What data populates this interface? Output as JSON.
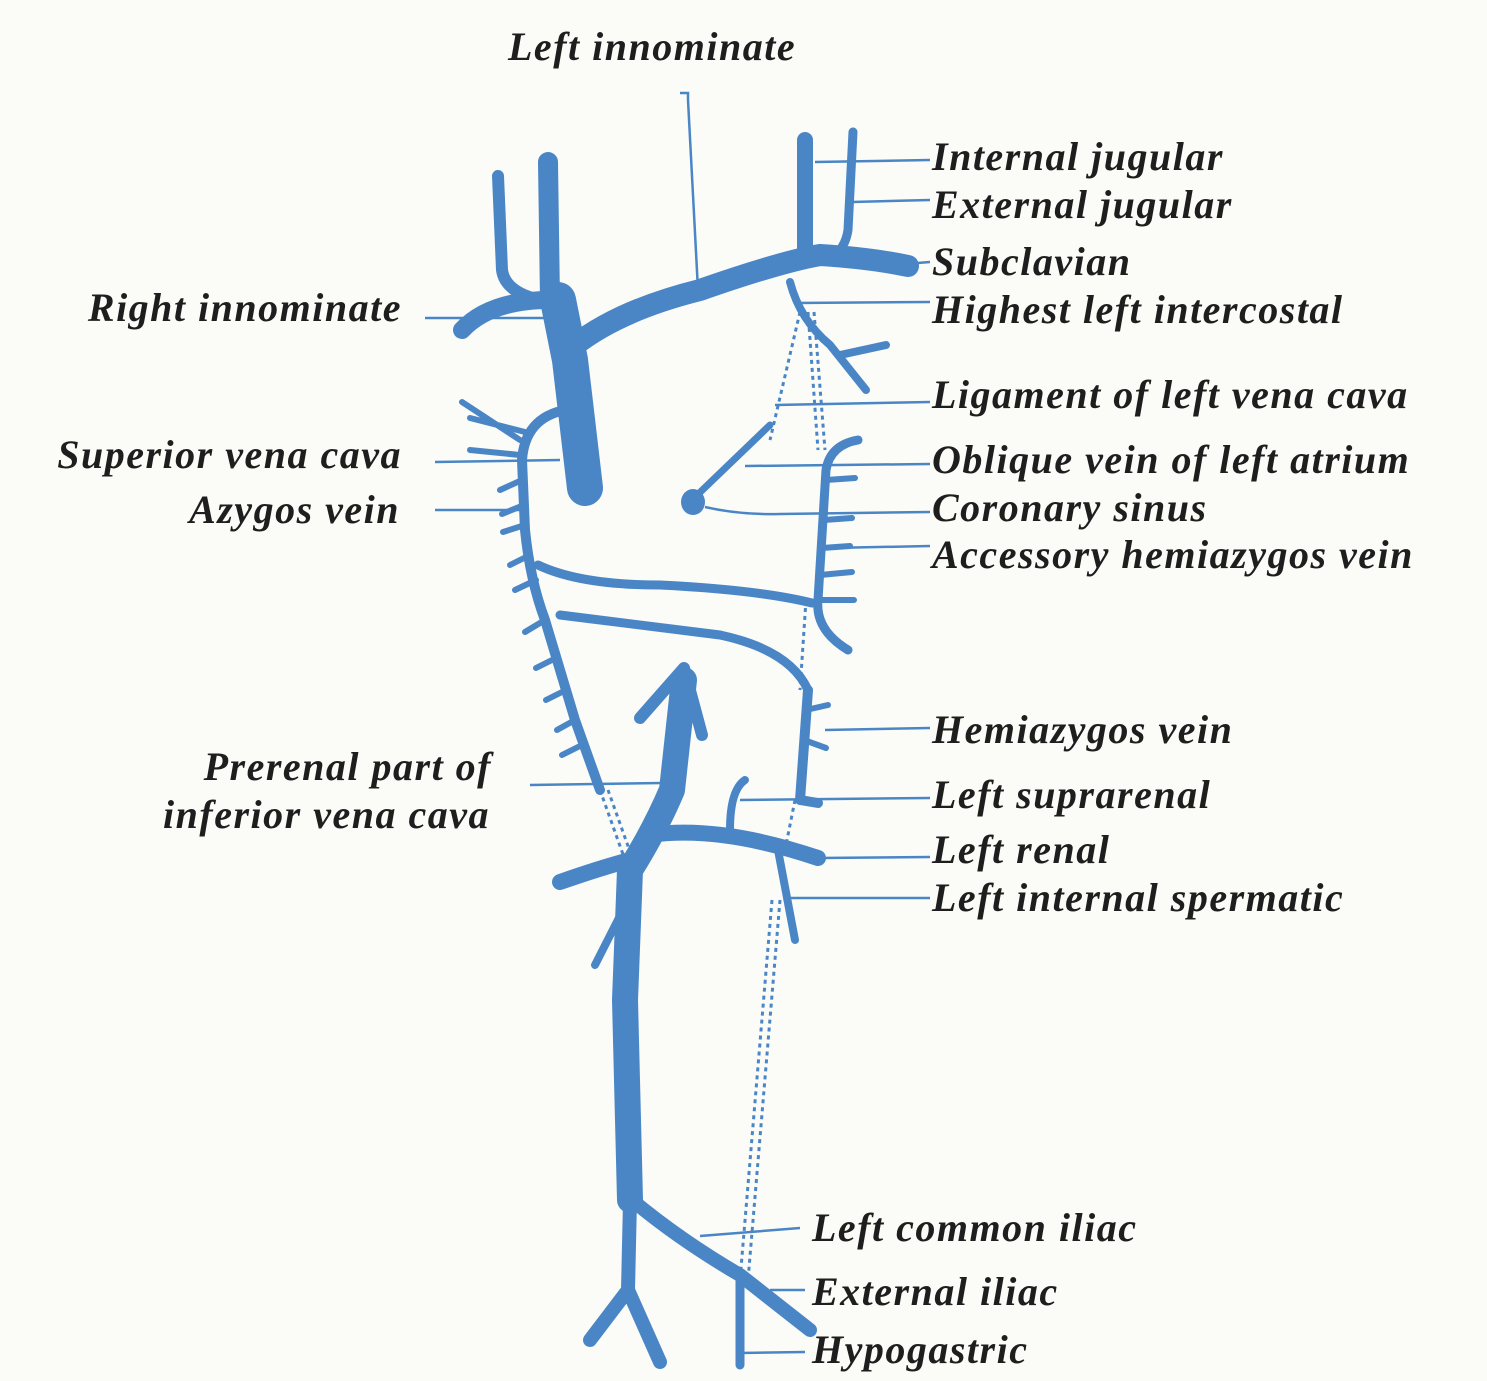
{
  "colors": {
    "vein": "#4a86c6",
    "text": "#1e1e1e",
    "background": "#fbfbf8"
  },
  "labels": {
    "left_innominate": "Left innominate",
    "internal_jugular": "Internal jugular",
    "external_jugular": "External jugular",
    "subclavian": "Subclavian",
    "highest_left_intercostal": "Highest left intercostal",
    "ligament_left_vena_cava": "Ligament of left vena cava",
    "oblique_vein": "Oblique vein of left atrium",
    "coronary_sinus": "Coronary sinus",
    "accessory_hemiazygos": "Accessory hemiazygos vein",
    "hemiazygos": "Hemiazygos vein",
    "left_suprarenal": "Left suprarenal",
    "left_renal": "Left renal",
    "left_internal_spermatic": "Left internal spermatic",
    "left_common_iliac": "Left common iliac",
    "external_iliac": "External iliac",
    "hypogastric": "Hypogastric",
    "right_innominate": "Right innominate",
    "superior_vena_cava": "Superior vena cava",
    "azygos_vein": "Azygos vein",
    "prerenal_line1": "Prerenal part of",
    "prerenal_line2": "inferior vena cava"
  }
}
